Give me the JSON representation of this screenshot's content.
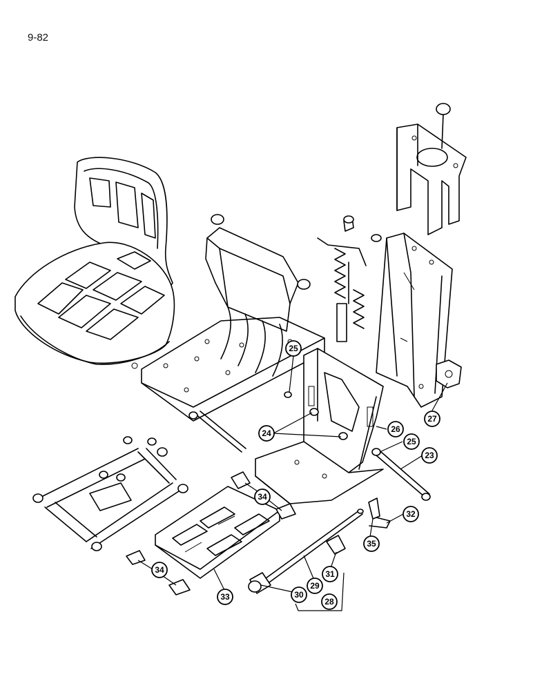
{
  "page": {
    "number": "9-82"
  },
  "callouts": [
    {
      "id": "c23",
      "label": "23"
    },
    {
      "id": "c24",
      "label": "24"
    },
    {
      "id": "c25a",
      "label": "25"
    },
    {
      "id": "c25b",
      "label": "25"
    },
    {
      "id": "c26",
      "label": "26"
    },
    {
      "id": "c27",
      "label": "27"
    },
    {
      "id": "c28",
      "label": "28"
    },
    {
      "id": "c29",
      "label": "29"
    },
    {
      "id": "c30",
      "label": "30"
    },
    {
      "id": "c31",
      "label": "31"
    },
    {
      "id": "c32",
      "label": "32"
    },
    {
      "id": "c33",
      "label": "33"
    },
    {
      "id": "c34a",
      "label": "34"
    },
    {
      "id": "c34b",
      "label": "34"
    },
    {
      "id": "c35",
      "label": "35"
    }
  ]
}
